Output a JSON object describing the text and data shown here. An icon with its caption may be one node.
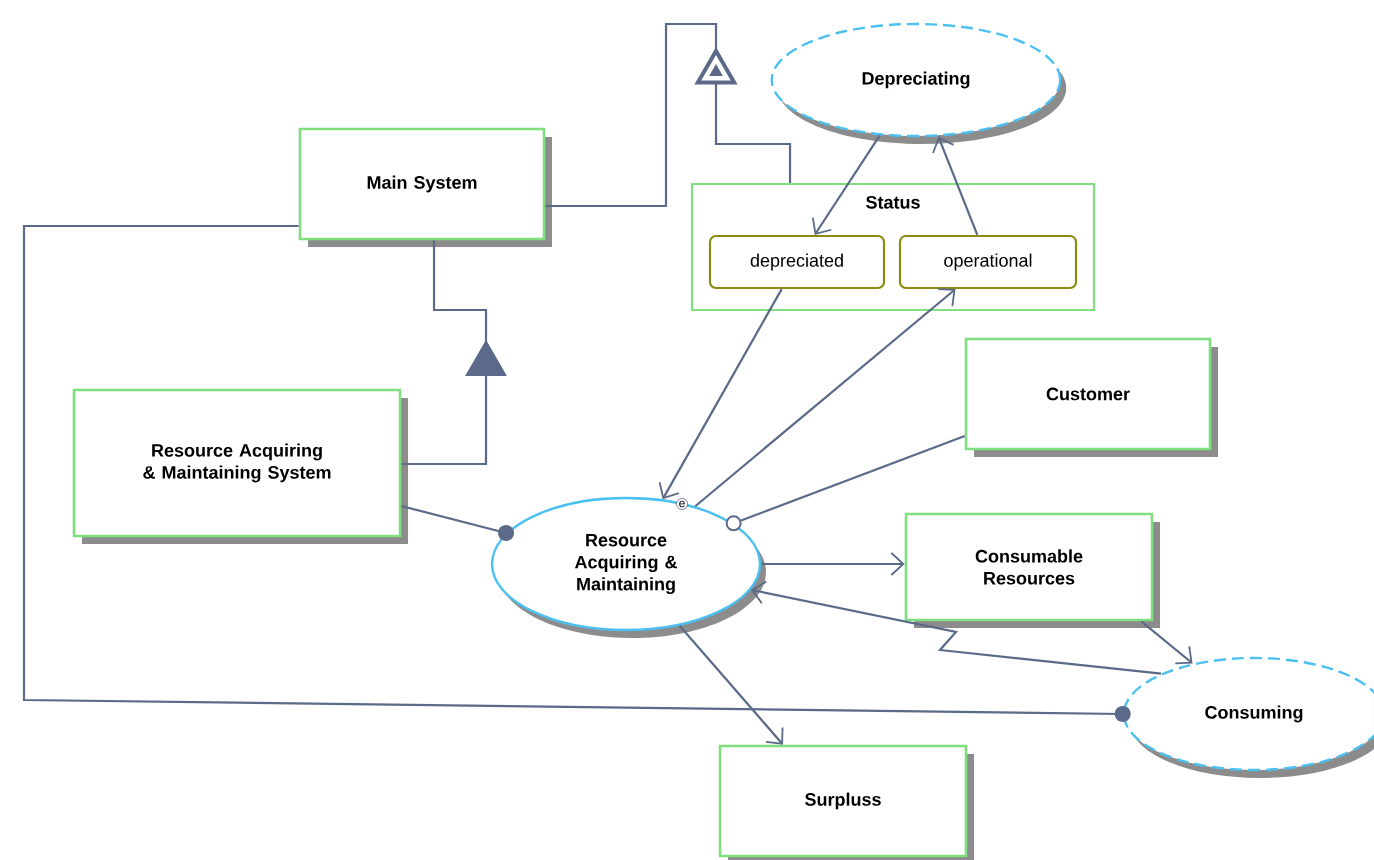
{
  "diagram": {
    "nodes": [
      {
        "text": [
          "Main System"
        ]
      },
      {
        "text": [
          "Depreciating"
        ]
      },
      {
        "text": [
          "Status"
        ]
      },
      {
        "text": [
          "depreciated"
        ],
        "in": 2
      },
      {
        "text": [
          "operational"
        ],
        "in": 2
      },
      {
        "text": [
          "Resource Acquiring & Maintaining System"
        ]
      },
      {
        "text": [
          "Customer"
        ]
      },
      {
        "text": [
          "Resource Acquiring & Maintaining"
        ]
      },
      {
        "text": [
          "Consumable Resources"
        ]
      },
      {
        "text": [
          "Consuming"
        ]
      },
      {
        "text": [
          "Surpluss"
        ]
      }
    ],
    "edges": [
      {
        "from": 2,
        "to": 0,
        "arrow": "to"
      },
      {
        "from": 5,
        "to": 0,
        "arrow": "to"
      },
      {
        "from": 1,
        "to": 3,
        "arrow": "to"
      },
      {
        "from": 4,
        "to": 1,
        "arrow": "to"
      },
      {
        "from": 3,
        "to": 7,
        "arrow": "to",
        "label": "e"
      },
      {
        "from": 7,
        "to": 4,
        "arrow": "to"
      },
      {
        "from": 6,
        "to": 7,
        "arrow": "other"
      },
      {
        "from": 5,
        "to": 7,
        "arrow": "other"
      },
      {
        "from": 7,
        "to": 8,
        "arrow": "to"
      },
      {
        "from": 9,
        "to": 7,
        "arrow": "to"
      },
      {
        "from": 8,
        "to": 9,
        "arrow": "to"
      },
      {
        "from": 7,
        "to": 10,
        "arrow": "to"
      },
      {
        "from": 0,
        "to": 9,
        "arrow": "other"
      }
    ]
  }
}
